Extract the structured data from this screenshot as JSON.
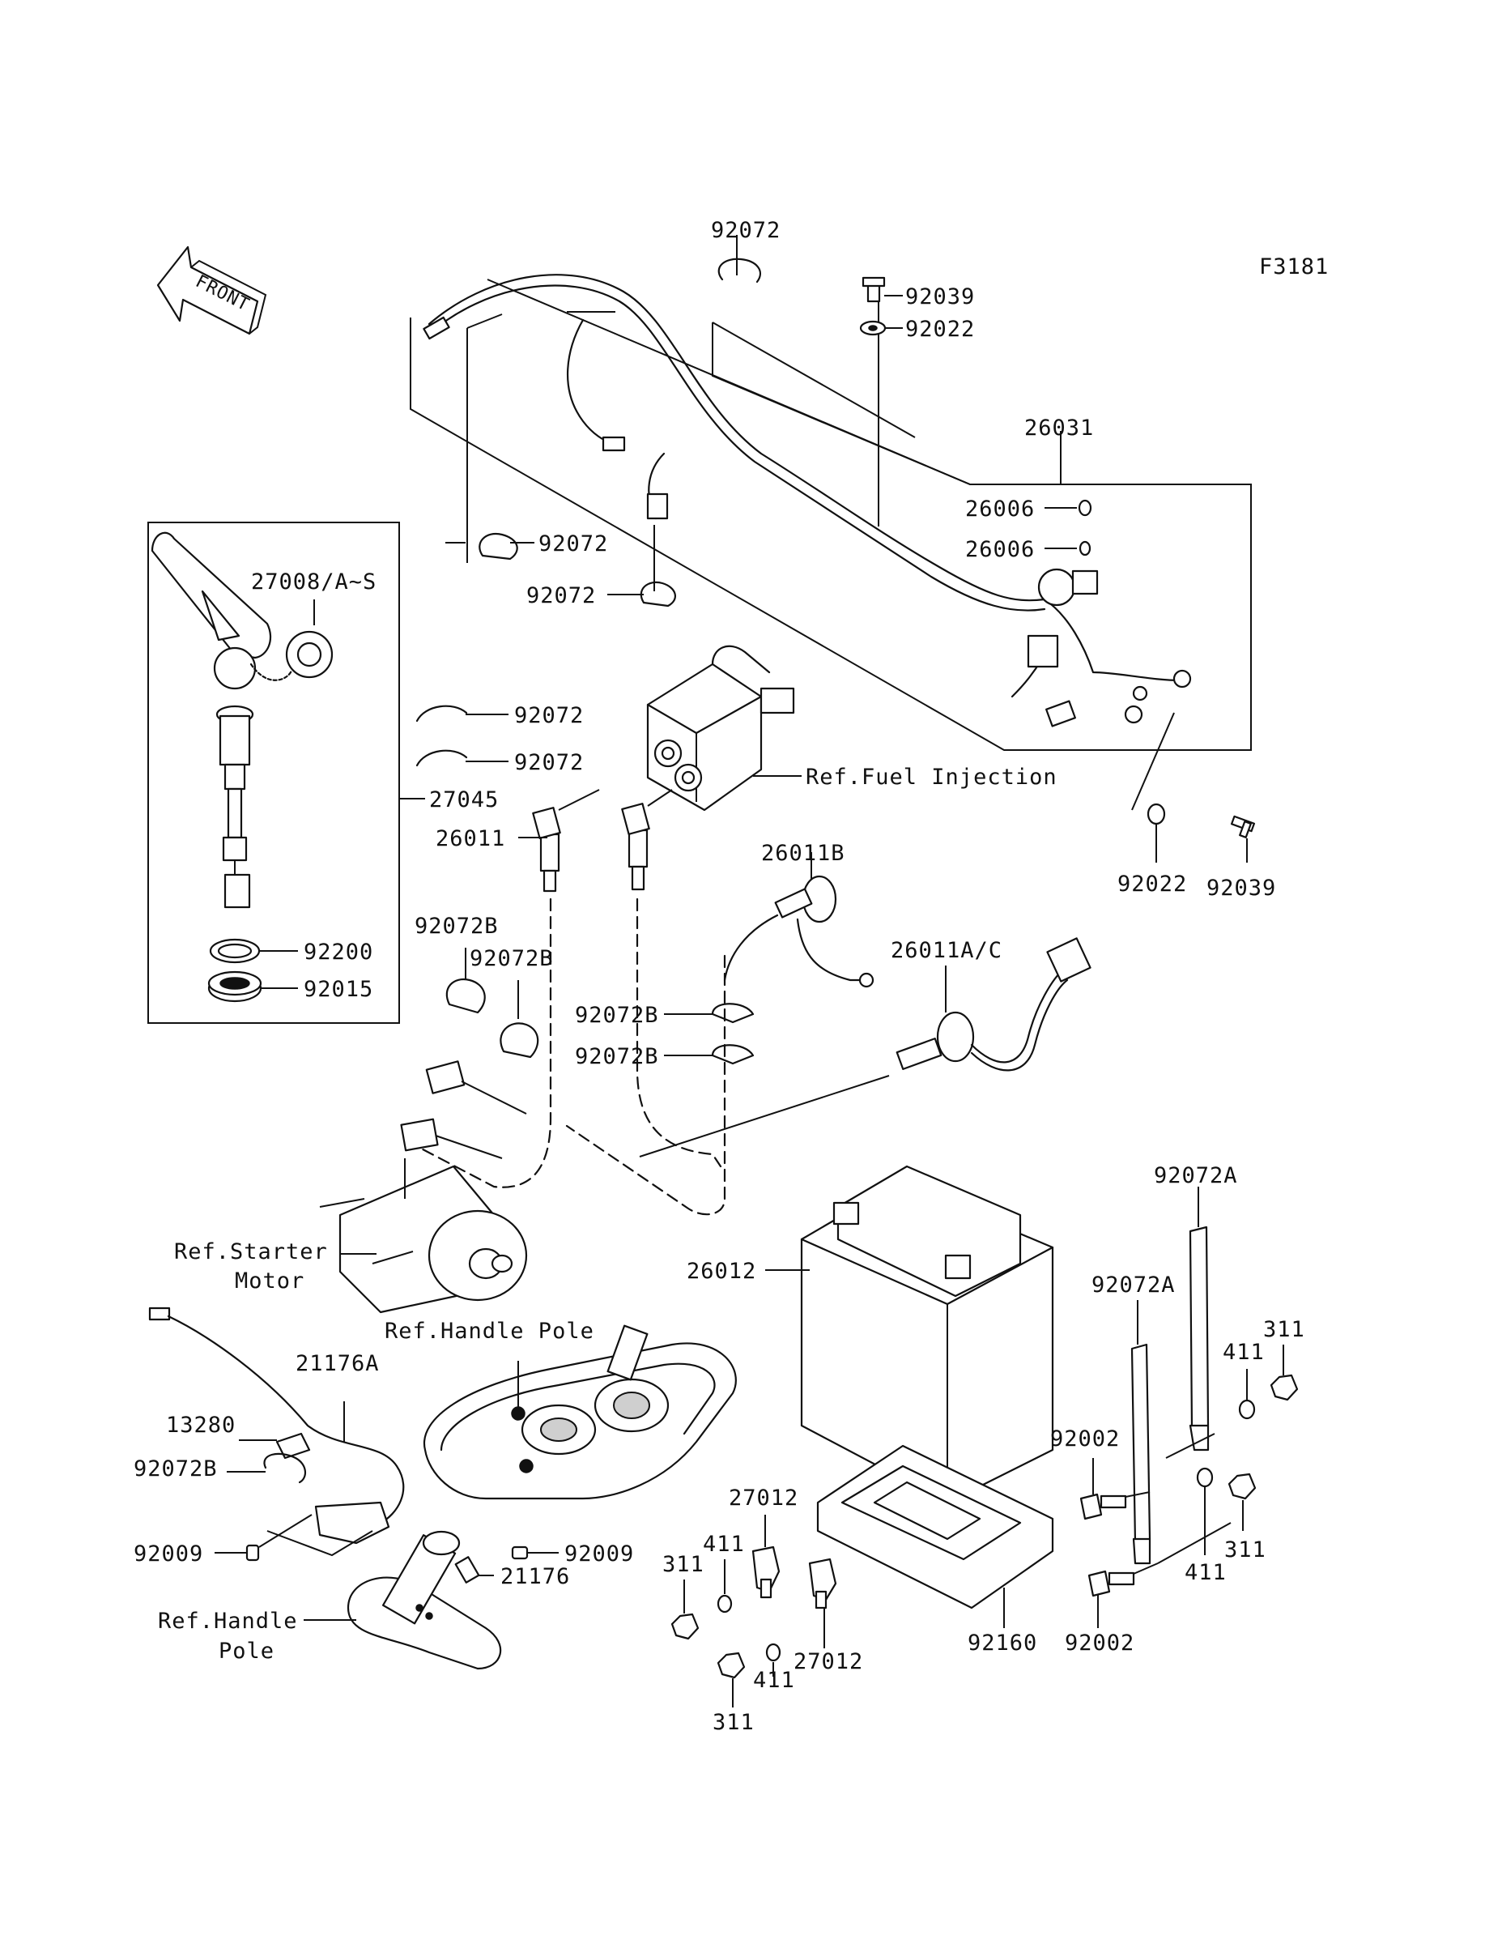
{
  "diagram_code": "F3181",
  "front_arrow_text": "FRONT",
  "labels": {
    "p92072_top": "92072",
    "p92039_top": "92039",
    "p92022_top": "92022",
    "p26031": "26031",
    "p26006_a": "26006",
    "p26006_b": "26006",
    "p92072_a": "92072",
    "p92072_b": "92072",
    "p27008": "27008/A~S",
    "p92072_c": "92072",
    "p92072_d": "92072",
    "p27045": "27045",
    "p26011": "26011",
    "ref_fuel_injection": "Ref.Fuel Injection",
    "p92022_right": "92022",
    "p92039_right": "92039",
    "p26011B": "26011B",
    "p92200": "92200",
    "p92015": "92015",
    "p92072B_a": "92072B",
    "p92072B_b": "92072B",
    "p26011AC": "26011A/C",
    "p92072B_c": "92072B",
    "p92072B_d": "92072B",
    "p92072A_a": "92072A",
    "ref_starter_motor_1": "Ref.Starter",
    "ref_starter_motor_2": "Motor",
    "p26012": "26012",
    "p92072A_b": "92072A",
    "ref_handle_pole_top": "Ref.Handle Pole",
    "p311_a": "311",
    "p411_a": "411",
    "p21176A": "21176A",
    "p13280": "13280",
    "p92002_a": "92002",
    "p92072B_e": "92072B",
    "p27012_a": "27012",
    "p92009_left": "92009",
    "p92009_right": "92009",
    "p411_b": "411",
    "p311_b": "311",
    "p21176": "21176",
    "p311_c": "311",
    "p411_c": "411",
    "p411_d": "411",
    "ref_handle_pole_1": "Ref.Handle",
    "ref_handle_pole_2": "Pole",
    "p27012_b": "27012",
    "p92160": "92160",
    "p92002_b": "92002",
    "p311_d": "311"
  }
}
